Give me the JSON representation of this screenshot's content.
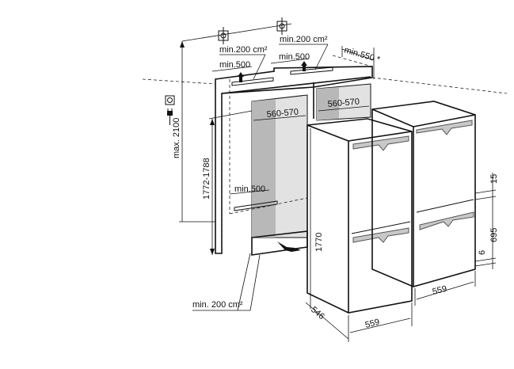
{
  "diagram": {
    "title": "Built-in installation dimensions",
    "labels": {
      "vent_top_left_area": "min.200 cm²",
      "vent_top_right_area": "min.200 cm²",
      "vent_top_left_depth": "min.500",
      "vent_top_right_depth": "min.500",
      "vent_bottom_depth": "min.500",
      "niche_depth": "min.550 *",
      "niche_width_left": "560-570",
      "niche_width_right": "560-570",
      "max_height": "max. 2100",
      "niche_height": "1772-1788",
      "appliance_height": "1770",
      "door_gap_top": "15",
      "door_height": "695",
      "door_gap_bottom": "6",
      "appliance_depth": "546",
      "appliance_width_left": "559",
      "appliance_width_right": "559",
      "vent_bottom_area": "min. 200 cm²"
    },
    "icons": [
      "socket-icon",
      "plug-icon",
      "vent-position-icon",
      "airflow-arrow-icon"
    ],
    "colors": {
      "line": "#111111",
      "shade_dark": "#b8b8b8",
      "shade_light": "#e2e2e2",
      "handle": "#c8c8c8"
    }
  }
}
